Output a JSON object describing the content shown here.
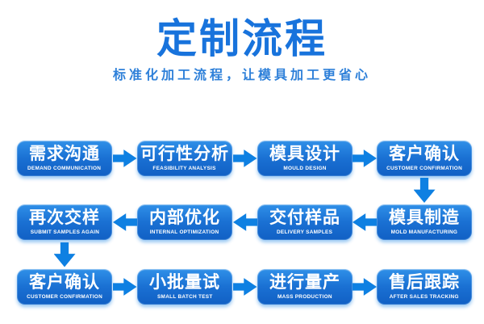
{
  "header": {
    "title": "定制流程",
    "subtitle": "标准化加工流程，让模具加工更省心"
  },
  "colors": {
    "title_blue": "#1873dc",
    "subtitle_blue": "#2e80d9",
    "box_gradient_top": "#3090e8",
    "box_gradient_bottom": "#1160c4",
    "arrow_blue": "#0e80e2",
    "step_text": "#ffffff",
    "background": "#ffffff"
  },
  "steps": [
    {
      "zh": "需求沟通",
      "en": "DEMAND COMMUNICATION"
    },
    {
      "zh": "可行性分析",
      "en": "FEASIBILITY ANALYSIS"
    },
    {
      "zh": "模具设计",
      "en": "MOULD DESIGN"
    },
    {
      "zh": "客户确认",
      "en": "CUSTOMER CONFIRMATION"
    },
    {
      "zh": "模具制造",
      "en": "MOLD MANUFACTURING"
    },
    {
      "zh": "交付样品",
      "en": "DELIVERY SAMPLES"
    },
    {
      "zh": "内部优化",
      "en": "INTERNAL OPTIMIZATION"
    },
    {
      "zh": "再次交样",
      "en": "SUBMIT SAMPLES AGAIN"
    },
    {
      "zh": "客户确认",
      "en": "CUSTOMER CONFIRMATION"
    },
    {
      "zh": "小批量试",
      "en": "SMALL BATCH TEST"
    },
    {
      "zh": "进行量产",
      "en": "MASS PRODUCTION"
    },
    {
      "zh": "售后跟踪",
      "en": "AFTER SALES TRACKING"
    }
  ]
}
